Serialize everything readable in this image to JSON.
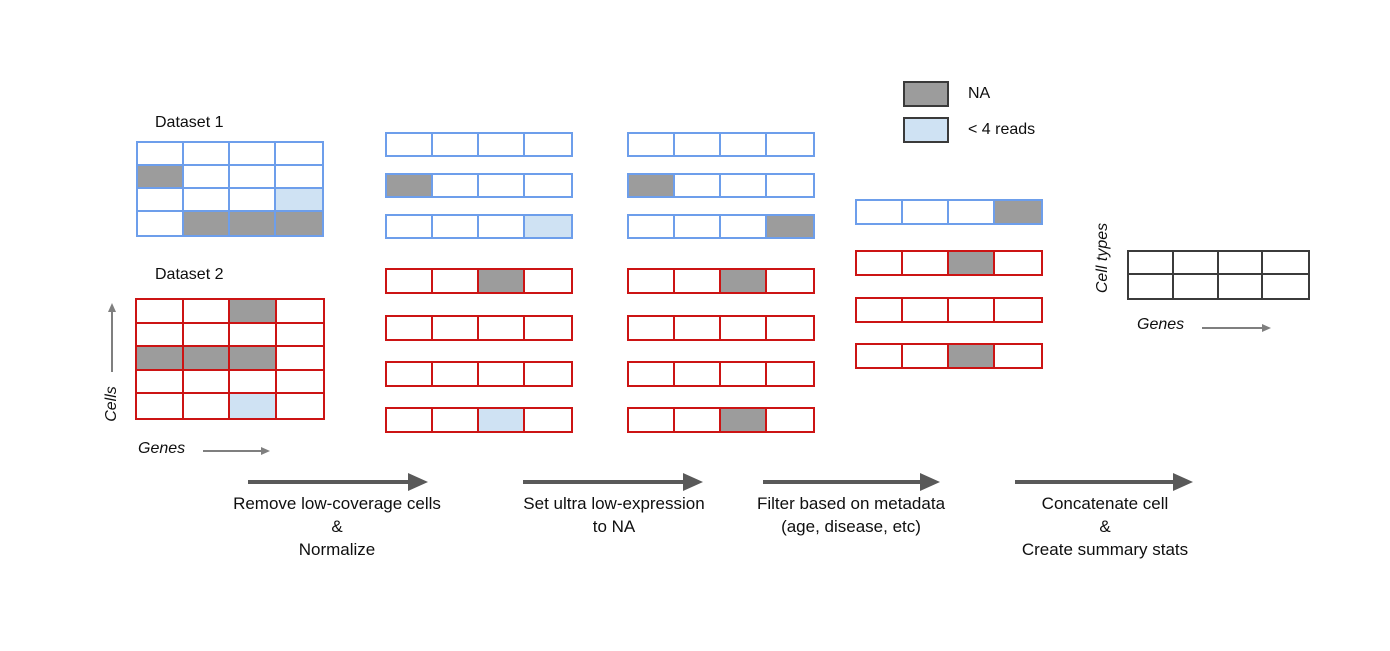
{
  "colors": {
    "blue_border": "#6d9eeb",
    "red_border": "#cc1414",
    "black_border": "#3b3b3b",
    "na_fill": "#9c9c9c",
    "low_reads_fill": "#cfe2f3",
    "step_arrow": "#595959",
    "axis_arrow": "#7f7f7f",
    "text": "#0f0f0f"
  },
  "labels": {
    "dataset1": "Dataset 1",
    "dataset2": "Dataset 2",
    "cells_axis": "Cells",
    "genes_axis": "Genes",
    "cell_types_axis": "Cell types",
    "genes_axis2": "Genes"
  },
  "legend": {
    "items": [
      {
        "name": "na",
        "label": "NA",
        "fill_key": "na_fill"
      },
      {
        "name": "low-reads",
        "label": "< 4 reads",
        "fill_key": "low_reads_fill"
      }
    ]
  },
  "steps": [
    {
      "caption_lines": [
        "Remove low-coverage cells",
        "&",
        "Normalize"
      ]
    },
    {
      "caption_lines": [
        "Set ultra low-expression",
        "to NA"
      ]
    },
    {
      "caption_lines": [
        "Filter based on metadata",
        "(age, disease, etc)"
      ]
    },
    {
      "caption_lines": [
        "Concatenate cell",
        "&",
        "Create summary stats"
      ]
    }
  ],
  "grids": [
    {
      "id": "dataset1",
      "border": "blue",
      "cols": 4,
      "rows": 4,
      "fills": [
        {
          "r": 1,
          "c": 0,
          "t": "na"
        },
        {
          "r": 2,
          "c": 3,
          "t": "low"
        },
        {
          "r": 3,
          "c": 1,
          "t": "na"
        },
        {
          "r": 3,
          "c": 2,
          "t": "na"
        },
        {
          "r": 3,
          "c": 3,
          "t": "na"
        }
      ]
    },
    {
      "id": "dataset2",
      "border": "red",
      "cols": 4,
      "rows": 5,
      "fills": [
        {
          "r": 0,
          "c": 2,
          "t": "na"
        },
        {
          "r": 2,
          "c": 0,
          "t": "na"
        },
        {
          "r": 2,
          "c": 1,
          "t": "na"
        },
        {
          "r": 2,
          "c": 2,
          "t": "na"
        },
        {
          "r": 4,
          "c": 2,
          "t": "low"
        }
      ]
    },
    {
      "id": "step2-blue-row-1",
      "border": "blue",
      "cols": 4,
      "rows": 1,
      "fills": []
    },
    {
      "id": "step2-blue-row-2",
      "border": "blue",
      "cols": 4,
      "rows": 1,
      "fills": [
        {
          "r": 0,
          "c": 0,
          "t": "na"
        }
      ]
    },
    {
      "id": "step2-blue-row-3",
      "border": "blue",
      "cols": 4,
      "rows": 1,
      "fills": [
        {
          "r": 0,
          "c": 3,
          "t": "low"
        }
      ]
    },
    {
      "id": "step2-red-row-1",
      "border": "red",
      "cols": 4,
      "rows": 1,
      "fills": [
        {
          "r": 0,
          "c": 2,
          "t": "na"
        }
      ]
    },
    {
      "id": "step2-red-row-2",
      "border": "red",
      "cols": 4,
      "rows": 1,
      "fills": []
    },
    {
      "id": "step2-red-row-3",
      "border": "red",
      "cols": 4,
      "rows": 1,
      "fills": []
    },
    {
      "id": "step2-red-row-4",
      "border": "red",
      "cols": 4,
      "rows": 1,
      "fills": [
        {
          "r": 0,
          "c": 2,
          "t": "low"
        }
      ]
    },
    {
      "id": "step3-blue-row-1",
      "border": "blue",
      "cols": 4,
      "rows": 1,
      "fills": []
    },
    {
      "id": "step3-blue-row-2",
      "border": "blue",
      "cols": 4,
      "rows": 1,
      "fills": [
        {
          "r": 0,
          "c": 0,
          "t": "na"
        }
      ]
    },
    {
      "id": "step3-blue-row-3",
      "border": "blue",
      "cols": 4,
      "rows": 1,
      "fills": [
        {
          "r": 0,
          "c": 3,
          "t": "na"
        }
      ]
    },
    {
      "id": "step3-red-row-1",
      "border": "red",
      "cols": 4,
      "rows": 1,
      "fills": [
        {
          "r": 0,
          "c": 2,
          "t": "na"
        }
      ]
    },
    {
      "id": "step3-red-row-2",
      "border": "red",
      "cols": 4,
      "rows": 1,
      "fills": []
    },
    {
      "id": "step3-red-row-3",
      "border": "red",
      "cols": 4,
      "rows": 1,
      "fills": []
    },
    {
      "id": "step3-red-row-4",
      "border": "red",
      "cols": 4,
      "rows": 1,
      "fills": [
        {
          "r": 0,
          "c": 2,
          "t": "na"
        }
      ]
    },
    {
      "id": "step4-blue-row-1",
      "border": "blue",
      "cols": 4,
      "rows": 1,
      "fills": [
        {
          "r": 0,
          "c": 3,
          "t": "na"
        }
      ]
    },
    {
      "id": "step4-red-row-1",
      "border": "red",
      "cols": 4,
      "rows": 1,
      "fills": [
        {
          "r": 0,
          "c": 2,
          "t": "na"
        }
      ]
    },
    {
      "id": "step4-red-row-2",
      "border": "red",
      "cols": 4,
      "rows": 1,
      "fills": []
    },
    {
      "id": "step4-red-row-3",
      "border": "red",
      "cols": 4,
      "rows": 1,
      "fills": [
        {
          "r": 0,
          "c": 2,
          "t": "na"
        }
      ]
    },
    {
      "id": "summary-matrix",
      "border": "black",
      "cols": 4,
      "rows": 2,
      "fills": []
    }
  ]
}
